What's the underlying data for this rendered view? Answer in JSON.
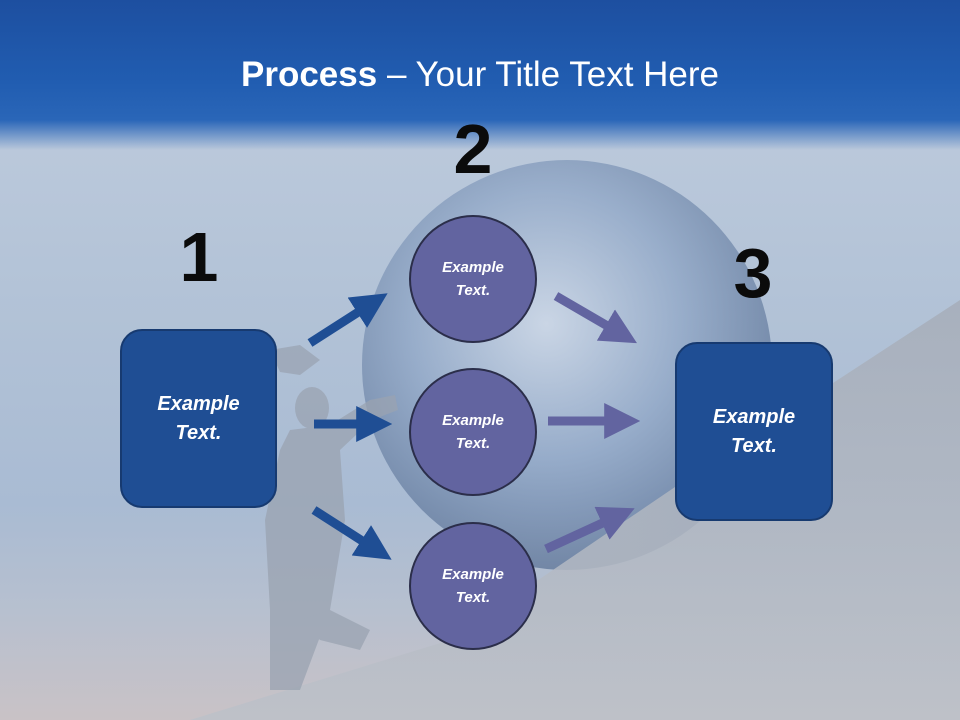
{
  "title": {
    "bold": "Process",
    "rest": " – Your Title Text Here"
  },
  "steps": [
    {
      "number": "1",
      "box_text_line1": "Example",
      "box_text_line2": "Text."
    },
    {
      "number": "2",
      "circles": [
        {
          "line1": "Example",
          "line2": "Text."
        },
        {
          "line1": "Example",
          "line2": "Text."
        },
        {
          "line1": "Example",
          "line2": "Text."
        }
      ]
    },
    {
      "number": "3",
      "box_text_line1": "Example",
      "box_text_line2": "Text."
    }
  ],
  "colors": {
    "header": "#215db1",
    "box_fill": "#1f4e94",
    "circle_fill": "#6264a0",
    "arrow_left": "#1f4e94",
    "arrow_right": "#6264a0"
  }
}
